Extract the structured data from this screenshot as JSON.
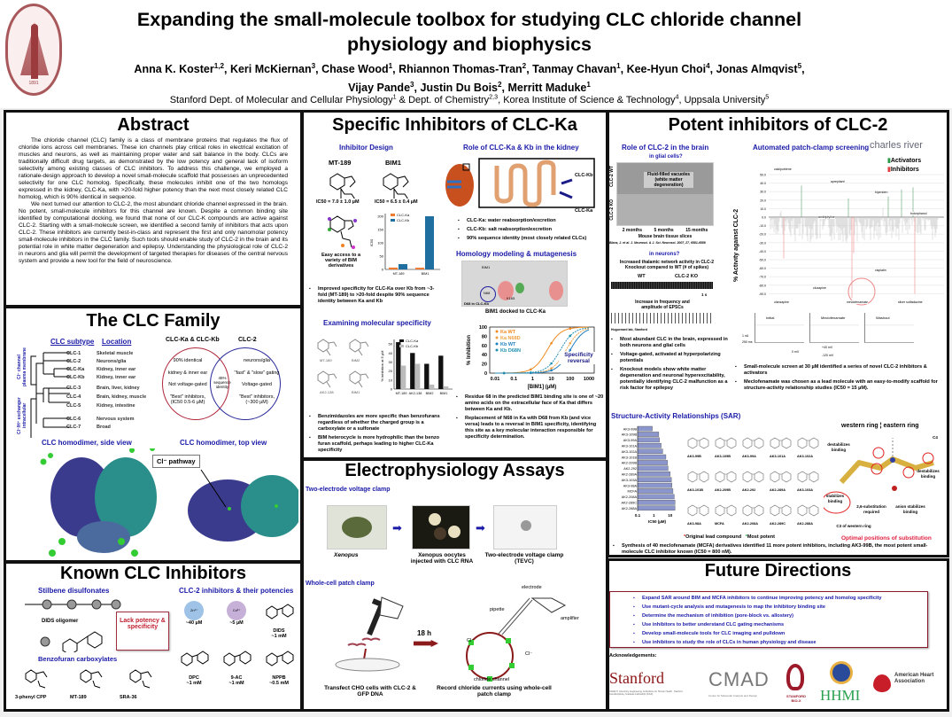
{
  "header": {
    "title_line1": "Expanding the small-molecule toolbox for studying CLC chloride channel",
    "title_line2": "physiology and biophysics",
    "authors": [
      {
        "name": "Anna K. Koster",
        "aff": "1,2"
      },
      {
        "name": "Keri McKiernan",
        "aff": "3"
      },
      {
        "name": "Chase Wood",
        "aff": "1"
      },
      {
        "name": "Rhiannon Thomas-Tran",
        "aff": "2"
      },
      {
        "name": "Tanmay Chavan",
        "aff": "1"
      },
      {
        "name": "Kee-Hyun Choi",
        "aff": "4"
      },
      {
        "name": "Jonas Almqvist",
        "aff": "5"
      },
      {
        "name": "Vijay Pande",
        "aff": "3"
      },
      {
        "name": "Justin Du Bois",
        "aff": "2"
      },
      {
        "name": "Merritt Maduke",
        "aff": "1"
      }
    ],
    "affiliations": [
      {
        "name": "Stanford Dept. of Molecular and Cellular Physiology",
        "sup": "1"
      },
      {
        "name": " & Dept. of Chemistry",
        "sup": "2,3"
      },
      {
        "name": ", Korea Institute of Science & Technology",
        "sup": "4"
      },
      {
        "name": ", Uppsala University",
        "sup": "5"
      }
    ],
    "seal_text": "LELAND STANFORD JUNIOR UNIVERSITY 1891"
  },
  "abstract": {
    "title": "Abstract",
    "p1": "The chloride channel (CLC) family is a class of membrane proteins that regulates the flux of chloride ions across cell membranes. These ion channels play critical roles in electrical excitation of muscles and neurons, as well as maintaining proper water and salt balance in the body. CLCs are traditionally difficult drug targets, as demonstrated by the low potency and general lack of isoform selectivity among existing classes of CLC inhibitors. To address this challenge, we employed a rationale-design approach to develop a novel small-molecule scaffold that possesses an unprecedented selectivity for one CLC homolog. Specifically, these molecules inhibit one of the two homologs expressed in the kidney, CLC-Ka, with >20-fold higher potency than the next most closely related CLC homolog, which is 90% identical in sequence.",
    "p2": "We next turned our attention to CLC-2, the most abundant chloride channel expressed in the brain. No potent, small-molecule inhibitors for this channel are known. Despite a common binding site identified by computational docking, we found that none of our CLC-K compounds are active against CLC-2. Starting with a small-molecule screen, we identified a second family of inhibitors that acts upon CLC-2. These inhibitors are currently best-in-class and represent the first and only nanomolar potency small-molecule inhibitors in the CLC family. Such tools should enable study of CLC-2 in the brain and its potential role in white matter degeneration and epilepsy. Understanding the physiological role of CLC-2 in neurons and glia will permit the development of targeted therapies for diseases of the central nervous system and provide a new tool for the field of neuroscience."
  },
  "family": {
    "title": "The CLC Family",
    "col_subtype": "CLC subtype",
    "col_location": "Location",
    "group1": "Cl⁻ channel plasma membrane",
    "group2": "Cl⁻/H⁺ exchanger intracellular",
    "rows": [
      {
        "subtype": "CLC-1",
        "location": "Skeletal muscle"
      },
      {
        "subtype": "CLC-2",
        "location": "Neurons/glia"
      },
      {
        "subtype": "CLC-Ka",
        "location": "Kidney, inner ear"
      },
      {
        "subtype": "CLC-Kb",
        "location": "Kidney, inner ear"
      },
      {
        "subtype": "CLC-3",
        "location": "Brain, liver, kidney"
      },
      {
        "subtype": "CLC-4",
        "location": "Brain, kidney, muscle"
      },
      {
        "subtype": "CLC-5",
        "location": "Kidney, intestine"
      },
      {
        "subtype": "CLC-6",
        "location": "Nervous system"
      },
      {
        "subtype": "CLC-7",
        "location": "Broad"
      }
    ],
    "venn": {
      "left_title": "CLC-Ka & CLC-Kb",
      "right_title": "CLC-2",
      "left": [
        "90% identical",
        "kidney & inner ear",
        "Not voltage-gated",
        "\"Best\" inhibitors, (IC50 0.5-6 µM)"
      ],
      "center": "45% sequence identity",
      "right": [
        "neurons/glia",
        "\"fast\" & \"slow\" gating",
        "Voltage-gated",
        "\"Best\" inhibitors, (~300 µM)"
      ],
      "left_color": "#b0283c",
      "right_color": "#2a2a9a"
    },
    "side_view": "CLC homodimer, side view",
    "top_view": "CLC homodimer, top view",
    "pathway": "Cl⁻ pathway"
  },
  "known": {
    "title": "Known CLC Inhibitors",
    "stilbene": "Stilbene disulfonates",
    "dids_oligomer": "DIDS oligomer",
    "lack": "Lack potency & specificity",
    "benzofuran": "Benzofuran carboxylates",
    "benzo_compounds": [
      "3-phenyl CPP",
      "MT-189",
      "SRA-36"
    ],
    "clc2_title": "CLC-2 inhibitors & their potencies",
    "clc2": [
      {
        "name": "Zn²⁺",
        "potency": "~40 µM",
        "ion": true,
        "color": "#9ec3e6"
      },
      {
        "name": "Cd²⁺",
        "potency": "~5 µM",
        "ion": true,
        "color": "#c6b0d8"
      },
      {
        "name": "DIDS",
        "potency": "~1 mM"
      },
      {
        "name": "DPC",
        "potency": "~1 mM"
      },
      {
        "name": "9-AC",
        "potency": "~1 mM"
      },
      {
        "name": "NPPB",
        "potency": "~0.5 mM"
      }
    ]
  },
  "clcka": {
    "title": "Specific Inhibitors of CLC-Ka",
    "design": "Inhibitor Design",
    "mt189": "MT-189",
    "bim1": "BIM1",
    "mt189_ic": "IC50 = 7.0 ± 1.0 µM",
    "bim1_ic": "IC50 = 6.5 ± 0.4 µM",
    "easy": "Easy access to a variety of BIM derivatives",
    "bar_legend": [
      "CLC-Ka",
      "CLC-Kb"
    ],
    "bullet1": "Improved specificity for CLC-Ka over Kb from ~3-fold (MT-189) to >20-fold despite 90% sequence identity between Ka and Kb",
    "kidney_title": "Role of CLC-Ka & Kb in the kidney",
    "kidney_labels": [
      "CLC-Kb",
      "CLC-Ka"
    ],
    "kidney_bullets": [
      "CLC-Ka: water reabsorption/excretion",
      "CLC-Kb: salt reabsorption/excretion",
      "90% sequence identity (most closely related CLCs)"
    ],
    "homology_title": "Homology modeling & mutagenesis",
    "docked": "BIM1 docked to CLC-Ka",
    "dock_labels": [
      "BIM1",
      "N68",
      "K165",
      "D68 in CLC-Kb"
    ],
    "spec_title": "Examining molecular specificity",
    "spec_compounds": [
      "MT-189",
      "BIM2",
      "AK2-138",
      "BIM1"
    ],
    "spec_bullets": [
      "Benzimidazoles are more specific than benzofurans regardless of whether the charged group is a carboxylate or a sulfonate",
      "BIM heterocycle is more hydrophilic than the benzo furan scaffold, perhaps leading to higher CLC-Ka specificity"
    ],
    "dose_bullets": [
      "Residue 68 in the predicted BIM1 binding site is one of ~20 amino acids on the extracellular face of Ka that differs between Ka and Kb.",
      "Replacement of N68 in Ka with D68 from Kb (and vice versa) leads to a reversal in BIM1 specificity, identifying this site as a key molecular interaction responsible for specificity determination."
    ],
    "reversal": "Specificity reversal"
  },
  "chart_data": [
    {
      "type": "bar",
      "title": "",
      "categories": [
        "MT-189",
        "BIM1"
      ],
      "series": [
        {
          "name": "CLC-Ka",
          "values": [
            7,
            6.5
          ],
          "color": "#f07a30"
        },
        {
          "name": "CLC-Kb",
          "values": [
            20,
            200
          ],
          "color": "#1f6fa0"
        }
      ],
      "ylabel": "IC50",
      "ylim": [
        0,
        210
      ],
      "yticks": [
        "0",
        "50",
        "100",
        "150",
        "200"
      ]
    },
    {
      "type": "bar",
      "categories": [
        "MT-189",
        "AK2-138",
        "BIM2",
        "BIM1"
      ],
      "series": [
        {
          "name": "CLC-Ka",
          "values": [
            52,
            40,
            28,
            37
          ],
          "color": "#111"
        },
        {
          "name": "CLC-Kb",
          "values": [
            26,
            28,
            5,
            3
          ],
          "color": "#bbb"
        }
      ],
      "ylabel": "% inhibition at 5 µM",
      "ylim": [
        0,
        55
      ],
      "yticks": [
        "0",
        "10",
        "20",
        "30",
        "40",
        "50"
      ]
    },
    {
      "type": "line",
      "xlabel": "[BIM1] (µM)",
      "ylabel": "% Inhibition",
      "xticks": [
        "0.01",
        "0.1",
        "1",
        "10",
        "100",
        "1000"
      ],
      "yticks": [
        "0",
        "20",
        "40",
        "60",
        "80",
        "100"
      ],
      "series": [
        {
          "name": "Ka WT",
          "ic50": 6,
          "color": "#f08a20"
        },
        {
          "name": "Ka N68D",
          "ic50": 60,
          "color": "#f0a040"
        },
        {
          "name": "Kb WT",
          "ic50": 100,
          "color": "#2080c0"
        },
        {
          "name": "Kb D68N",
          "ic50": 30,
          "color": "#2090b0"
        }
      ]
    },
    {
      "type": "bar",
      "orientation": "horizontal",
      "xlabel": "IC50 (µM)",
      "xscale": "log",
      "xlim": [
        0.1,
        25
      ],
      "xticks": [
        "0.1",
        "1",
        "10"
      ],
      "categories": [
        "AK3-99B",
        "AK3-109B",
        "AK3-99A",
        "AK3-101A",
        "AK3-102A",
        "AK3-101B",
        "AK2-209B",
        "AK2-292",
        "AK2-289A",
        "AK3-103A",
        "AK3-98A",
        "MCFA",
        "AK2-208A",
        "AK2-289C",
        "AK2-288A"
      ],
      "values": [
        0.8,
        2,
        2.2,
        2.8,
        3.5,
        5.5,
        7,
        7.5,
        10,
        12,
        13,
        15,
        18,
        20,
        20
      ]
    }
  ],
  "ephys": {
    "title": "Electrophysiology Assays",
    "tevc_title": "Two-electrode voltage clamp",
    "xenopus": "Xenopus",
    "oocytes": "Xenopus oocytes injected with CLC RNA",
    "tevc": "Two-electrode voltage clamp (TEVC)",
    "patch_title": "Whole-cell patch clamp",
    "hours": "18 h",
    "transfect": "Transfect CHO cells with CLC-2 & GFP DNA",
    "record": "Record chloride currents using whole-cell patch clamp",
    "diagram": [
      "electrode",
      "pipette",
      "amplifier",
      "chloride channel",
      "Cl⁻"
    ]
  },
  "clc2": {
    "title": "Potent inhibitors of CLC-2",
    "brain_title": "Role of CLC-2 in the brain",
    "glial": "in glial cells?",
    "rows": [
      "CLC-2 WT",
      "CLC-2 KO"
    ],
    "vacuoles": "Fluid-filled vacuoles (white matter degeneration)",
    "ages": [
      "2 months",
      "5 months",
      "15 months"
    ],
    "slices": "Mouse brain tissue slices",
    "citation": "Blanz, J. et al. J. Neurosci. & J. Sci. Neurosci. 2007, 27, 6581-6589",
    "neurons": "in neurons?",
    "thalamic": "Increased thalamic network activity in CLC-2 Knockout compared to WT (# of spikes)",
    "wt": "WT",
    "ko": "CLC-2 KO",
    "scale": "1 s",
    "epsc": "Increase in frequency and amplitude of EPSCs",
    "lab": "Huguenard lab, Stanford",
    "brain_bullets": [
      "Most abundant CLC in the brain, expressed in both neurons and glial cells",
      "Voltage-gated, activated at hyperpolarizing potentials",
      "Knockout models show white matter degeneration and neuronal hyperexcitability, potentially identifying CLC-2 malfunction as a risk factor for epilepsy"
    ],
    "screen_title": "Automated patch-clamp screening",
    "charles": "charles river",
    "legend": [
      "Activators",
      "Inhibitors"
    ],
    "screen_ylabel": "% Activity against CLC-2",
    "screen_yticks": [
      "50.0",
      "40.0",
      "30.0",
      "20.0",
      "10.0",
      "0.0",
      "-10.0",
      "-20.0",
      "-30.0",
      "-40.0",
      "-50.0",
      "-60.0",
      "-70.0",
      "-80.0",
      "-90.0"
    ],
    "compounds": [
      "calcipotriene",
      "aprepitant",
      "biperiden",
      "butorphanol",
      "amitriptyline",
      "clozapine",
      "cisplatin",
      "olanzapine",
      "meclofenamate",
      "silver sulfadiazine"
    ],
    "traces": [
      "Initial",
      "Meclofenamate",
      "Washout"
    ],
    "trace_scale": [
      "1 nA",
      "250 ms",
      "+40 mV",
      "0 mV",
      "-120 mV"
    ],
    "screen_bullets": [
      "Small-molecule screen at 30 µM identified a series of novel CLC-2 inhibitors & activators",
      "Meclofenamate was chosen as a lead molecule with an easy-to-modify scaffold for structure-activity relationship studies (IC50 = 15 µM)."
    ],
    "sar_title": "Structure-Activity Relationships (SAR)",
    "sar_structs": [
      "AK3-99B",
      "AK3-109B",
      "AK3-99A",
      "AK3-101A",
      "AK3-102A",
      "AK3-101B",
      "AK2-209B",
      "AK2-292",
      "AK2-289A",
      "AK3-103A",
      "AK3-98A",
      "MCFA",
      "AK2-208A",
      "AK2-289C",
      "AK2-288A"
    ],
    "original": "Original lead compound",
    "most": "Most potent",
    "rings": [
      "western ring",
      "eastern ring"
    ],
    "subst_labels": [
      "destabilizes binding",
      "C4",
      "destabilizes binding",
      "2,6-substitution required",
      "anion stabilizes binding",
      "stabilizes binding",
      "C3 of western ring"
    ],
    "optimal": "Optimal positions of substitution",
    "sar_bullet": "Synthesis of 40 meclofenamate (MCFA) derivatives identified 11 more potent inhibitors, including AK3-99B, the most potent small-molecule CLC inhibitor known (IC50 = 800 nM)."
  },
  "future": {
    "title": "Future Directions",
    "items": [
      "Expand SAR around BIM and MCFA inhibitors to continue improving potency and  homolog specificity",
      "Use mutant-cycle analysis and mutagenesis to map the inhibitory binding site",
      "Determine the mechanism of inhibition (pore-block vs. allostery)",
      "Use inhibitors to better understand CLC gating mechanisms",
      "Develop small-molecule tools for CLC imaging and pulldown",
      "Use inhibitors to study the role of CLCs in human physiology and disease"
    ],
    "ack": "Acknowledgements:",
    "logos": [
      "Stanford",
      "CMAD",
      "STANFORD BIO-X",
      "HHMI",
      "American Heart Association"
    ],
    "stanford_sub": "ChEM-H, Chemistry, Engineering, & Medicine for Human Health · Stanford Interdisciplinary Graduate Fellowship (SIGF)",
    "cmad_sub": "Center for Molecular Analysis and Design"
  }
}
